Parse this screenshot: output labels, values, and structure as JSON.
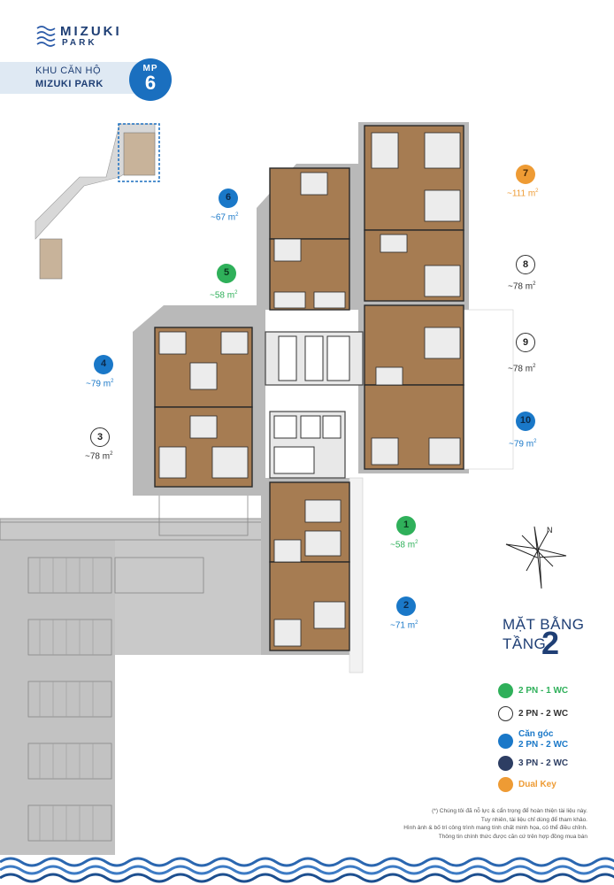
{
  "brand": {
    "name": "MIZUKI",
    "sub": "PARK"
  },
  "header": {
    "line1": "KHU CĂN HỘ",
    "line2": "MIZUKI PARK",
    "badge_top": "MP",
    "badge_num": "6"
  },
  "units": [
    {
      "number": "1",
      "area": "~58 m",
      "type": "green"
    },
    {
      "number": "2",
      "area": "~71 m",
      "type": "blue"
    },
    {
      "number": "3",
      "area": "~78 m",
      "type": "white"
    },
    {
      "number": "4",
      "area": "~79 m",
      "type": "blue"
    },
    {
      "number": "5",
      "area": "~58 m",
      "type": "green"
    },
    {
      "number": "6",
      "area": "~67 m",
      "type": "blue"
    },
    {
      "number": "7",
      "area": "~111 m",
      "type": "orange"
    },
    {
      "number": "8",
      "area": "~78 m",
      "type": "white"
    },
    {
      "number": "9",
      "area": "~78 m",
      "type": "white"
    },
    {
      "number": "10",
      "area": "~79 m",
      "type": "blue"
    }
  ],
  "area_unit_sup": "2",
  "floor": {
    "line1": "MẶT BẰNG",
    "line2": "TẦNG",
    "number": "2"
  },
  "legend": [
    {
      "line1": "2 PN - 1 WC",
      "line2": "",
      "color": "#2fb05a"
    },
    {
      "line1": "2 PN - 2 WC",
      "line2": "",
      "color": "#ffffff"
    },
    {
      "line1": "Căn góc",
      "line2": "2 PN - 2 WC",
      "color": "#1a78c8"
    },
    {
      "line1": "3 PN - 2 WC",
      "line2": "",
      "color": "#2d3e63"
    },
    {
      "line1": "Dual Key",
      "line2": "",
      "color": "#ee9b34"
    }
  ],
  "disclaimer": [
    "(*) Chúng tôi đã nỗ lực & cẩn trọng để hoàn thiện tài liệu này.",
    "Tuy nhiên, tài liệu chỉ dùng để tham khảo.",
    "Hình ảnh & bố trí công trình mang tính chất minh họa, có thể điều chỉnh.",
    "Thông tin chính thức được căn cứ trên hợp đồng mua bán"
  ]
}
